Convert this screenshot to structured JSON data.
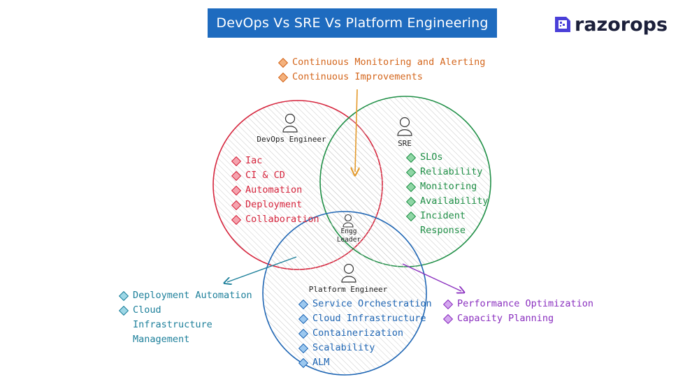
{
  "title": "DevOps Vs SRE Vs Platform Engineering",
  "logo": {
    "text": "razorops"
  },
  "top_items": [
    "Continuous Monitoring and Alerting",
    "Continuous Improvements"
  ],
  "devops": {
    "role": "DevOps Engineer",
    "items": [
      "Iac",
      "CI & CD",
      "Automation",
      "Deployment",
      "Collaboration"
    ]
  },
  "sre": {
    "role": "SRE",
    "items": [
      "SLOs",
      "Reliability",
      "Monitoring",
      "Availability",
      "Incident Response"
    ]
  },
  "platform": {
    "role": "Platform Engineer",
    "items": [
      "Service Orchestration",
      "Cloud Infrastructure",
      "Containerization",
      "Scalability",
      "ALM"
    ]
  },
  "center": {
    "role": "Engg Leader"
  },
  "left_items": [
    "Deployment Automation",
    "Cloud Infrastructure Management"
  ],
  "right_items": [
    "Performance Optimization",
    "Capacity Planning"
  ],
  "colors": {
    "title_bg": "#1e6bbf",
    "devops": "#d6253d",
    "sre": "#1f8f46",
    "platform": "#1f66b4",
    "orange": "#d4661c",
    "teal": "#1c7f9a",
    "purple": "#8a2fbf"
  },
  "icons": [
    "person-icon",
    "razorops-logo-icon"
  ]
}
